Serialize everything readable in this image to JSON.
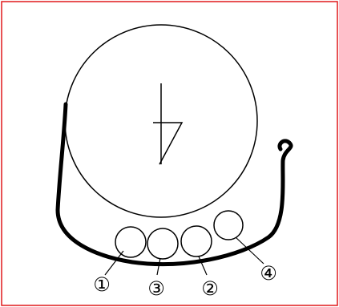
{
  "colors": {
    "border": "#e0181c",
    "stroke": "#000000",
    "background": "#ffffff"
  },
  "labels": {
    "one": "①",
    "two": "②",
    "three": "③",
    "four": "④"
  }
}
